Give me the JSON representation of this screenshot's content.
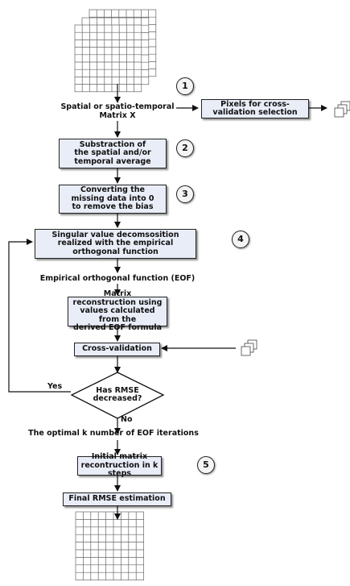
{
  "matrix_label": "Spatial or spatio-temporal\nMatrix X",
  "boxes": {
    "pixels": "Pixels for cross-\nvalidation selection",
    "subtraction": "Substraction of\nthe spatial and/or\ntemporal average",
    "converting": "Converting the\nmissing data into 0\nto remove the bias",
    "svd": "Singular value decomsosition\nrealized with the empirical\northogonal function",
    "matrix_recon": "Matrix reconstruction using\nvalues calculated from the\nderived EOF formula",
    "cross_validation": "Cross-validation",
    "initial_recon": "Initial matrix\nrecontruction in k steps",
    "final_rmse": "Final RMSE estimation"
  },
  "decision": "Has RMSE\ndecreased?",
  "labels": {
    "eof": "Empirical orthogonal function (EOF)",
    "yes": "Yes",
    "no": "No",
    "optimal": "The optimal k number of EOF iterations"
  },
  "steps": [
    "1",
    "2",
    "3",
    "4",
    "5"
  ]
}
